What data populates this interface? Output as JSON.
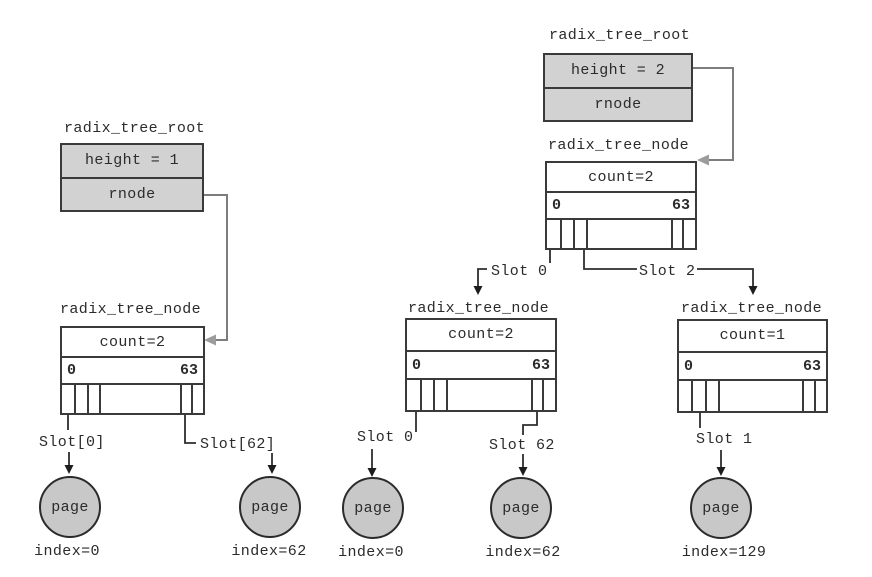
{
  "left_tree": {
    "root": {
      "title": "radix_tree_root",
      "height_field": "height = 1",
      "rnode_field": "rnode"
    },
    "node": {
      "title": "radix_tree_node",
      "count_field": "count=2",
      "range_start": "0",
      "range_end": "63"
    },
    "slot_labels": {
      "slot0": "Slot[0]",
      "slot62": "Slot[62]"
    },
    "pages": [
      {
        "label": "page",
        "caption": "index=0"
      },
      {
        "label": "page",
        "caption": "index=62"
      }
    ]
  },
  "right_tree": {
    "root": {
      "title": "radix_tree_root",
      "height_field": "height = 2",
      "rnode_field": "rnode"
    },
    "mid_node": {
      "title": "radix_tree_node",
      "count_field": "count=2",
      "range_start": "0",
      "range_end": "63"
    },
    "mid_slot_labels": {
      "slot0": "Slot 0",
      "slot2": "Slot 2"
    },
    "left_child": {
      "title": "radix_tree_node",
      "count_field": "count=2",
      "range_start": "0",
      "range_end": "63"
    },
    "left_child_slot_labels": {
      "slot0": "Slot 0",
      "slot62": "Slot 62"
    },
    "right_child": {
      "title": "radix_tree_node",
      "count_field": "count=1",
      "range_start": "0",
      "range_end": "63"
    },
    "right_child_slot_labels": {
      "slot1": "Slot 1"
    },
    "pages": [
      {
        "label": "page",
        "caption": "index=0"
      },
      {
        "label": "page",
        "caption": "index=62"
      },
      {
        "label": "page",
        "caption": "index=129"
      }
    ]
  },
  "colors": {
    "box_fill": "#d2d2d2",
    "page_fill": "#c8c8c8",
    "border": "#3a3a3a",
    "line_gray": "#7d7d7d",
    "arrow_gray": "#9c9c9c",
    "line_dark": "#2e2e2e"
  }
}
